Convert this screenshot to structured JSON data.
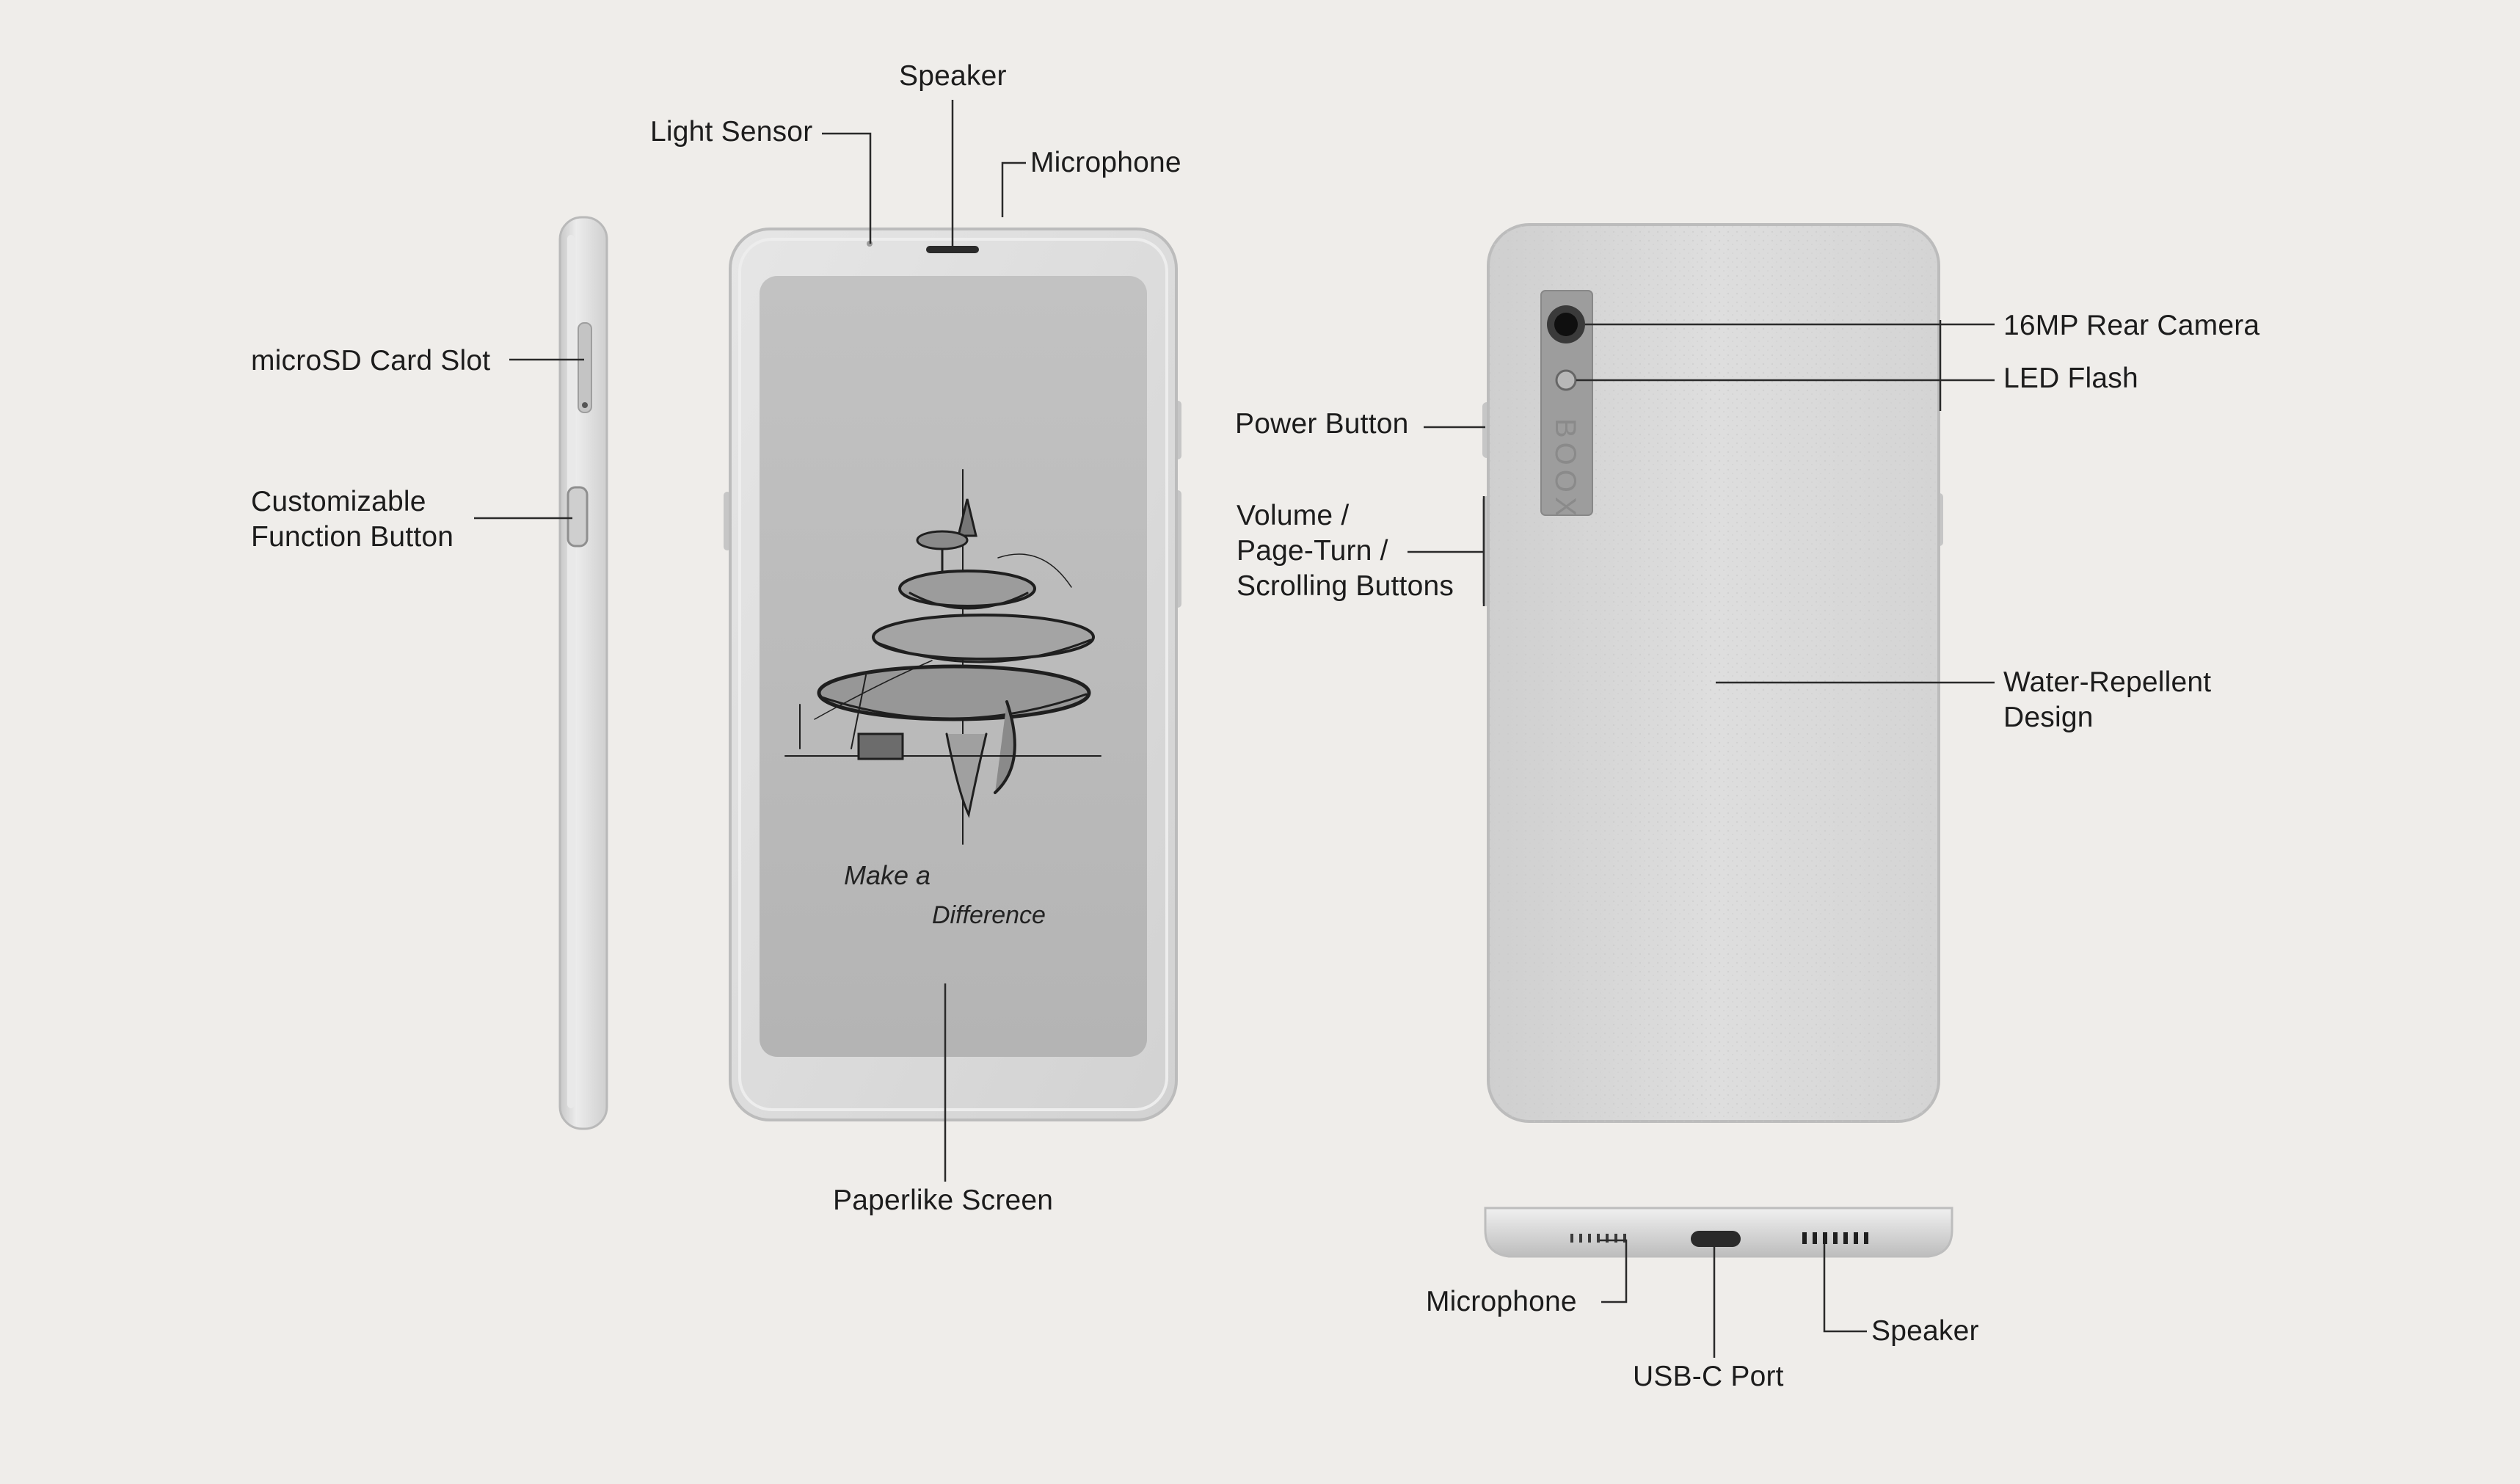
{
  "brand": {
    "back_logo": "BOOX",
    "screen_script_line1": "Make a",
    "screen_script_line2": "Difference"
  },
  "labels": {
    "speaker_top": "Speaker",
    "light_sensor": "Light Sensor",
    "microphone_top": "Microphone",
    "microsd_slot": "microSD Card Slot",
    "customizable_line1": "Customizable",
    "customizable_line2": "Function Button",
    "paperlike_screen": "Paperlike Screen",
    "power_button": "Power Button",
    "volume_line1": "Volume /",
    "volume_line2": "Page-Turn /",
    "volume_line3": "Scrolling Buttons",
    "rear_camera": "16MP Rear Camera",
    "led_flash": "LED Flash",
    "water_line1": "Water-Repellent",
    "water_line2": "Design",
    "microphone_bottom": "Microphone",
    "usbc_port": "USB-C Port",
    "speaker_bottom": "Speaker"
  },
  "colors": {
    "background": "#efedea",
    "device_body": "#dcdcdc",
    "screen": "#b9b9b9",
    "leader_line": "#2a2a2a",
    "camera_module": "#9a9a9a"
  }
}
